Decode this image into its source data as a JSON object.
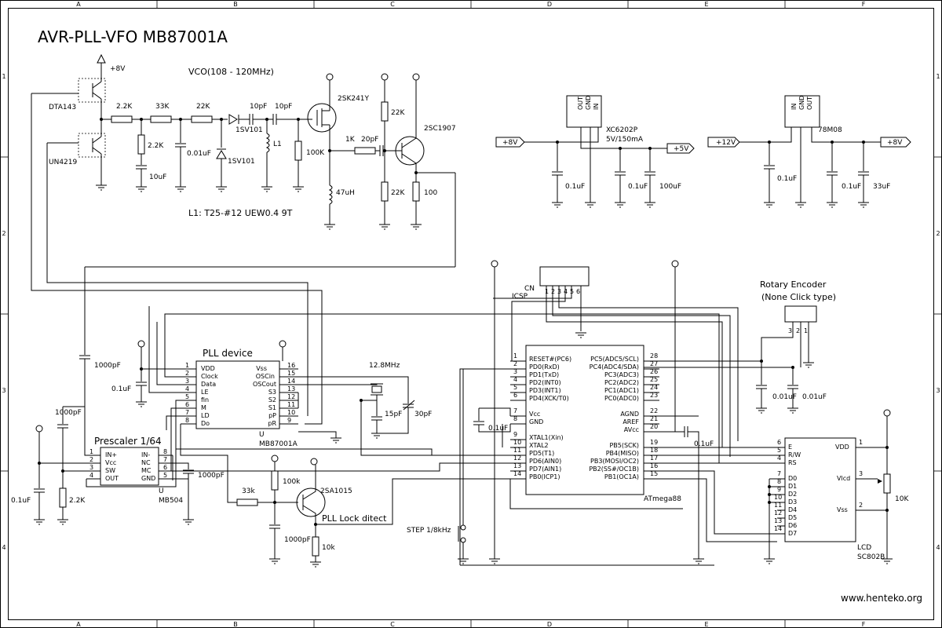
{
  "title": "AVR-PLL-VFO MB87001A",
  "website": "www.henteko.org",
  "frame": {
    "columns": [
      "A",
      "B",
      "C",
      "D",
      "E",
      "F"
    ],
    "rows": [
      "1",
      "2",
      "3",
      "4"
    ]
  },
  "vco": {
    "heading": "VCO(108 - 120MHz)",
    "supply": "+8V",
    "coil_note": "L1: T25-#12 UEW0.4 9T",
    "parts": {
      "q_top": "DTA143",
      "q_bottom": "UN4219",
      "r_2k2_a": "2.2K",
      "r_33k": "33K",
      "r_22k": "22K",
      "r_2k2_b": "2.2K",
      "c_10uf": "10uF",
      "c_001uf": "0.01uF",
      "d_1sv101_a": "1SV101",
      "d_1sv101_b": "1SV101",
      "c_10pf_a": "10pF",
      "c_10pf_b": "10pF",
      "l1": "L1",
      "r_100k": "100K",
      "fet": "2SK241Y",
      "r_1k": "1K",
      "c_20pf": "20pF",
      "l_47uh": "47uH",
      "r_22k_top": "22K",
      "r_22k_bot": "22K",
      "bjt": "2SC1907",
      "r_100": "100"
    }
  },
  "reg5": {
    "part": "XC6202P",
    "spec": "5V/150mA",
    "in_label": "+8V",
    "out_label": "+5V",
    "c1": "0.1uF",
    "c2": "0.1uF",
    "c3": "100uF",
    "pins": [
      "OUT",
      "GND",
      "IN"
    ]
  },
  "reg8": {
    "part": "78M08",
    "in_label": "+12V",
    "out_label": "+8V",
    "c1": "0.1uF",
    "c2": "0.1uF",
    "c3": "33uF",
    "pins": [
      "IN",
      "GND",
      "OUT"
    ]
  },
  "icsp": {
    "ref": "CN",
    "name": "ICSP",
    "pins": [
      "1",
      "2",
      "3",
      "4",
      "5",
      "6"
    ]
  },
  "encoder": {
    "title": "Rotary Encoder",
    "subtitle": "(None Click type)",
    "pins": [
      "3",
      "2",
      "1"
    ],
    "c1": "0.01uF",
    "c2": "0.01uF"
  },
  "pll": {
    "title": "PLL device",
    "ref": "U",
    "part": "MB87001A",
    "left_pins": [
      {
        "num": "1",
        "name": "VDD"
      },
      {
        "num": "2",
        "name": "Clock"
      },
      {
        "num": "3",
        "name": "Data"
      },
      {
        "num": "4",
        "name": "LE"
      },
      {
        "num": "5",
        "name": "fin"
      },
      {
        "num": "6",
        "name": "M"
      },
      {
        "num": "7",
        "name": "LD"
      },
      {
        "num": "8",
        "name": "Do"
      }
    ],
    "right_pins": [
      {
        "num": "16",
        "name": "Vss"
      },
      {
        "num": "15",
        "name": "OSCin"
      },
      {
        "num": "14",
        "name": "OSCout"
      },
      {
        "num": "13",
        "name": "S3"
      },
      {
        "num": "12",
        "name": "S2"
      },
      {
        "num": "11",
        "name": "S1"
      },
      {
        "num": "10",
        "name": "pP"
      },
      {
        "num": "9",
        "name": "pR"
      }
    ],
    "c_01uf": "0.1uF",
    "c_1000pf": "1000pF",
    "xtal": "12.8MHz",
    "c_15pf": "15pF",
    "c_30pf": "30pF"
  },
  "prescaler": {
    "title": "Prescaler 1/64",
    "ref": "U",
    "part": "MB504",
    "left_pins": [
      {
        "num": "1",
        "name": "IN+"
      },
      {
        "num": "2",
        "name": "Vcc"
      },
      {
        "num": "3",
        "name": "SW"
      },
      {
        "num": "4",
        "name": "OUT"
      }
    ],
    "right_pins": [
      {
        "num": "8",
        "name": "IN-"
      },
      {
        "num": "7",
        "name": "NC"
      },
      {
        "num": "6",
        "name": "MC"
      },
      {
        "num": "5",
        "name": "GND"
      }
    ],
    "c_in": "1000pF",
    "c_out": "1000pF",
    "c_vcc": "0.1uF",
    "r_sw": "2.2K"
  },
  "lock": {
    "bjt": "2SA1015",
    "r_33k": "33k",
    "r_100k": "100k",
    "c_1000pf": "1000pF",
    "r_10k": "10k",
    "label": "PLL Lock ditect"
  },
  "step": {
    "label": "STEP 1/8kHz"
  },
  "mcu": {
    "part": "ATmega88",
    "left_pins": [
      {
        "num": "1",
        "name": "RESET#(PC6)"
      },
      {
        "num": "2",
        "name": "PD0(RxD)"
      },
      {
        "num": "3",
        "name": "PD1(TxD)"
      },
      {
        "num": "4",
        "name": "PD2(INT0)"
      },
      {
        "num": "5",
        "name": "PD3(INT1)"
      },
      {
        "num": "6",
        "name": "PD4(XCK/T0)"
      },
      {
        "num": "7",
        "name": "Vcc"
      },
      {
        "num": "8",
        "name": "GND"
      },
      {
        "num": "9",
        "name": "XTAL1(Xin)"
      },
      {
        "num": "10",
        "name": "XTAL2"
      },
      {
        "num": "11",
        "name": "PD5(T1)"
      },
      {
        "num": "12",
        "name": "PD6(AIN0)"
      },
      {
        "num": "13",
        "name": "PD7(AIN1)"
      },
      {
        "num": "14",
        "name": "PB0(ICP1)"
      }
    ],
    "right_pins": [
      {
        "num": "28",
        "name": "PC5(ADC5/SCL)"
      },
      {
        "num": "27",
        "name": "PC4(ADC4/SDA)"
      },
      {
        "num": "26",
        "name": "PC3(ADC3)"
      },
      {
        "num": "25",
        "name": "PC2(ADC2)"
      },
      {
        "num": "24",
        "name": "PC1(ADC1)"
      },
      {
        "num": "23",
        "name": "PC0(ADC0)"
      },
      {
        "num": "22",
        "name": "AGND"
      },
      {
        "num": "21",
        "name": "AREF"
      },
      {
        "num": "20",
        "name": "AVcc"
      },
      {
        "num": "19",
        "name": "PB5(SCK)"
      },
      {
        "num": "18",
        "name": "PB4(MISO)"
      },
      {
        "num": "17",
        "name": "PB3(MOSI/OC2)"
      },
      {
        "num": "16",
        "name": "PB2(SS#/OC1B)"
      },
      {
        "num": "15",
        "name": "PB1(OC1A)"
      }
    ],
    "c_vcc": "0.1uF",
    "c_avcc": "0.1uF"
  },
  "lcd": {
    "ref": "LCD",
    "part": "SC802B",
    "left_pins": [
      {
        "num": "6",
        "name": "E"
      },
      {
        "num": "5",
        "name": "R/W"
      },
      {
        "num": "4",
        "name": "RS"
      },
      {
        "num": "7",
        "name": "D0"
      },
      {
        "num": "8",
        "name": "D1"
      },
      {
        "num": "9",
        "name": "D2"
      },
      {
        "num": "10",
        "name": "D3"
      },
      {
        "num": "11",
        "name": "D4"
      },
      {
        "num": "12",
        "name": "D5"
      },
      {
        "num": "13",
        "name": "D6"
      },
      {
        "num": "14",
        "name": "D7"
      }
    ],
    "right_pins": [
      {
        "num": "1",
        "name": "VDD"
      },
      {
        "num": "3",
        "name": "Vlcd"
      },
      {
        "num": "2",
        "name": "Vss"
      }
    ],
    "pot": "10K"
  }
}
